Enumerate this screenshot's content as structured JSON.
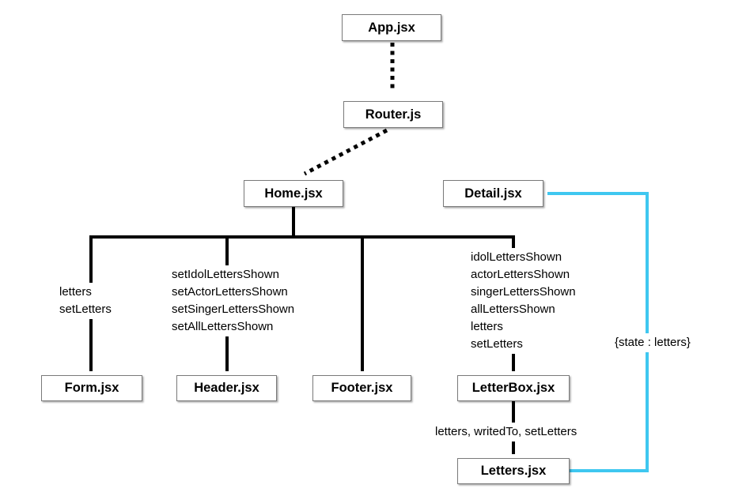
{
  "diagram": {
    "nodes": {
      "app": "App.jsx",
      "router": "Router.js",
      "home": "Home.jsx",
      "detail": "Detail.jsx",
      "form": "Form.jsx",
      "header": "Header.jsx",
      "footer": "Footer.jsx",
      "letterbox": "LetterBox.jsx",
      "letters": "Letters.jsx"
    },
    "edge_labels": {
      "home_to_form": [
        "letters",
        "setLetters"
      ],
      "home_to_header": [
        "setIdolLettersShown",
        "setActorLettersShown",
        "setSingerLettersShown",
        "setAllLettersShown"
      ],
      "home_to_letterbox": [
        "idolLettersShown",
        "actorLettersShown",
        "singerLettersShown",
        "allLettersShown",
        "letters",
        "setLetters"
      ],
      "letterbox_to_letters": "letters, writedTo, setLetters",
      "letters_to_detail": "{state : letters}"
    },
    "colors": {
      "connector": "#000000",
      "state_flow": "#3FC7F0",
      "node_border": "#7a7a7a"
    }
  }
}
